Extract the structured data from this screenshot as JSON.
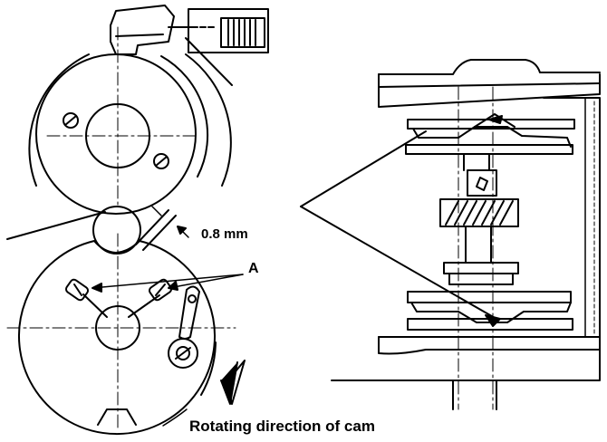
{
  "labels": {
    "gap": "0.8 mm",
    "screw_callout": "A",
    "rotation_caption": "Rotating direction of cam"
  },
  "colors": {
    "ink": "#000000",
    "paper": "#ffffff"
  }
}
